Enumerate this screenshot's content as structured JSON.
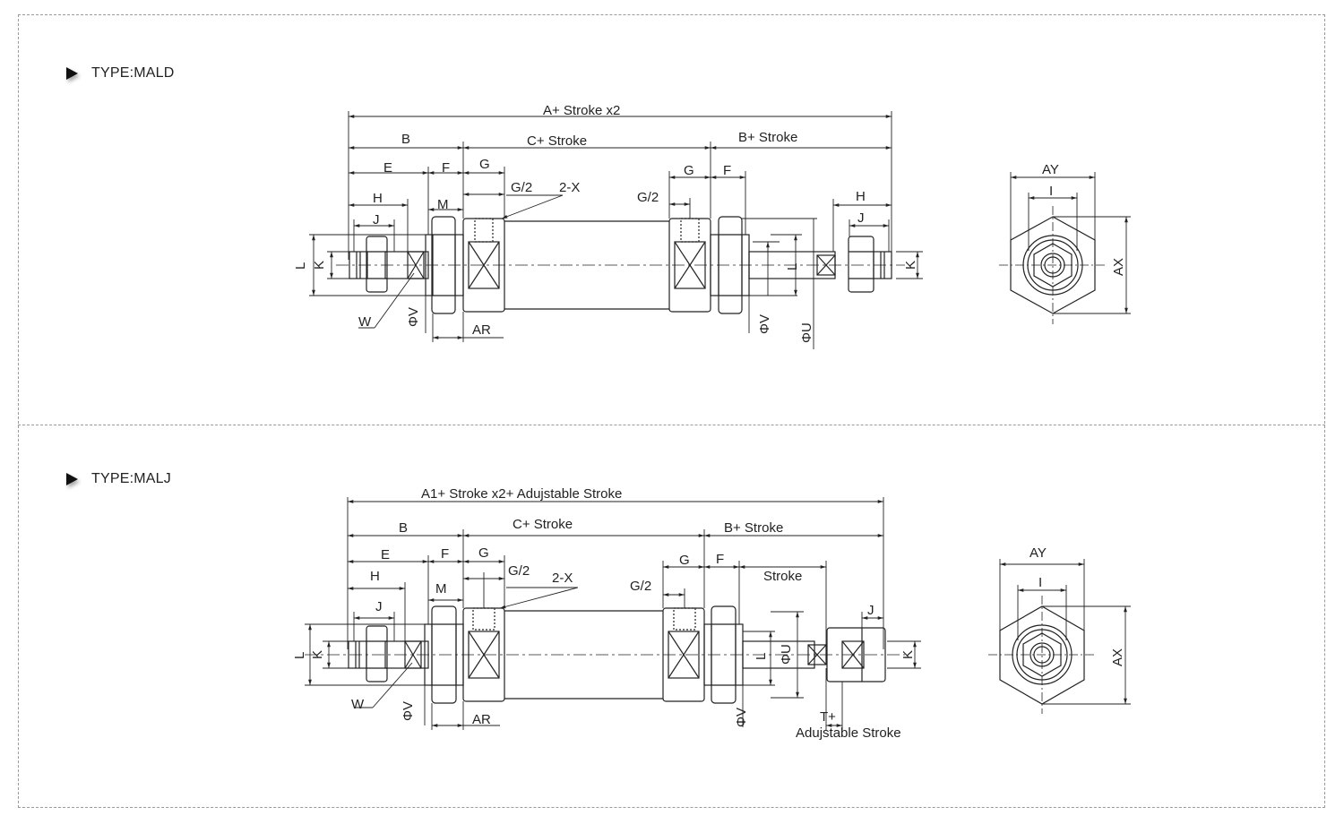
{
  "sections": [
    {
      "title": "TYPE:MALD",
      "labels": {
        "overall": "A+ Stroke   x2",
        "b": "B",
        "c_stroke": "C+ Stroke",
        "b_stroke": "B+ Stroke",
        "e": "E",
        "f": "F",
        "g": "G",
        "h": "H",
        "j": "J",
        "m": "M",
        "g2": "G/2",
        "x2": "2-X",
        "l": "L",
        "k": "K",
        "w": "W",
        "phi_v": "ΦV",
        "ar": "AR",
        "phi_u": "ΦU",
        "ay": "AY",
        "i": "I",
        "ax": "AX"
      }
    },
    {
      "title": "TYPE:MALJ",
      "labels": {
        "overall": "A1+ Stroke x2+ Adujstable Stroke",
        "b": "B",
        "c_stroke": "C+ Stroke",
        "b_stroke": "B+ Stroke",
        "e": "E",
        "f": "F",
        "g": "G",
        "h": "H",
        "j": "J",
        "m": "M",
        "g2": "G/2",
        "x2": "2-X",
        "l": "L",
        "k": "K",
        "w": "W",
        "phi_v": "ΦV",
        "ar": "AR",
        "phi_u": "ΦU",
        "stroke": "Stroke",
        "t_plus": "T+",
        "adj_stroke": "Adujstable Stroke",
        "ay": "AY",
        "i": "I",
        "ax": "AX"
      }
    }
  ]
}
